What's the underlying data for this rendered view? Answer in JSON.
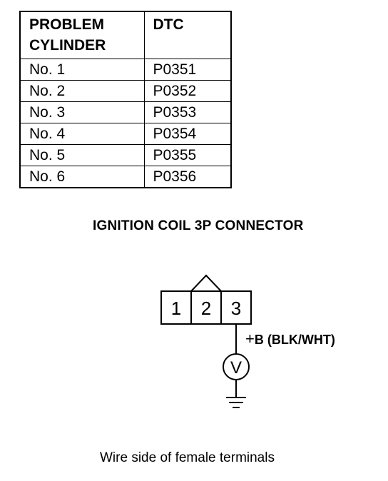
{
  "table": {
    "headers": [
      "PROBLEM\nCYLINDER",
      "DTC"
    ],
    "header_cylinder_line1": "PROBLEM",
    "header_cylinder_line2": "CYLINDER",
    "header_dtc": "DTC",
    "rows": [
      {
        "cylinder": "No. 1",
        "dtc": "P0351"
      },
      {
        "cylinder": "No. 2",
        "dtc": "P0352"
      },
      {
        "cylinder": "No. 3",
        "dtc": "P0353"
      },
      {
        "cylinder": "No. 4",
        "dtc": "P0354"
      },
      {
        "cylinder": "No. 5",
        "dtc": "P0355"
      },
      {
        "cylinder": "No. 6",
        "dtc": "P0356"
      }
    ]
  },
  "connector": {
    "title": "IGNITION COIL 3P CONNECTOR",
    "pins": [
      "1",
      "2",
      "3"
    ],
    "wire_plus": "+",
    "wire_label": "B (BLK/WHT)",
    "meter_symbol": "V",
    "caption": "Wire side of female terminals"
  }
}
